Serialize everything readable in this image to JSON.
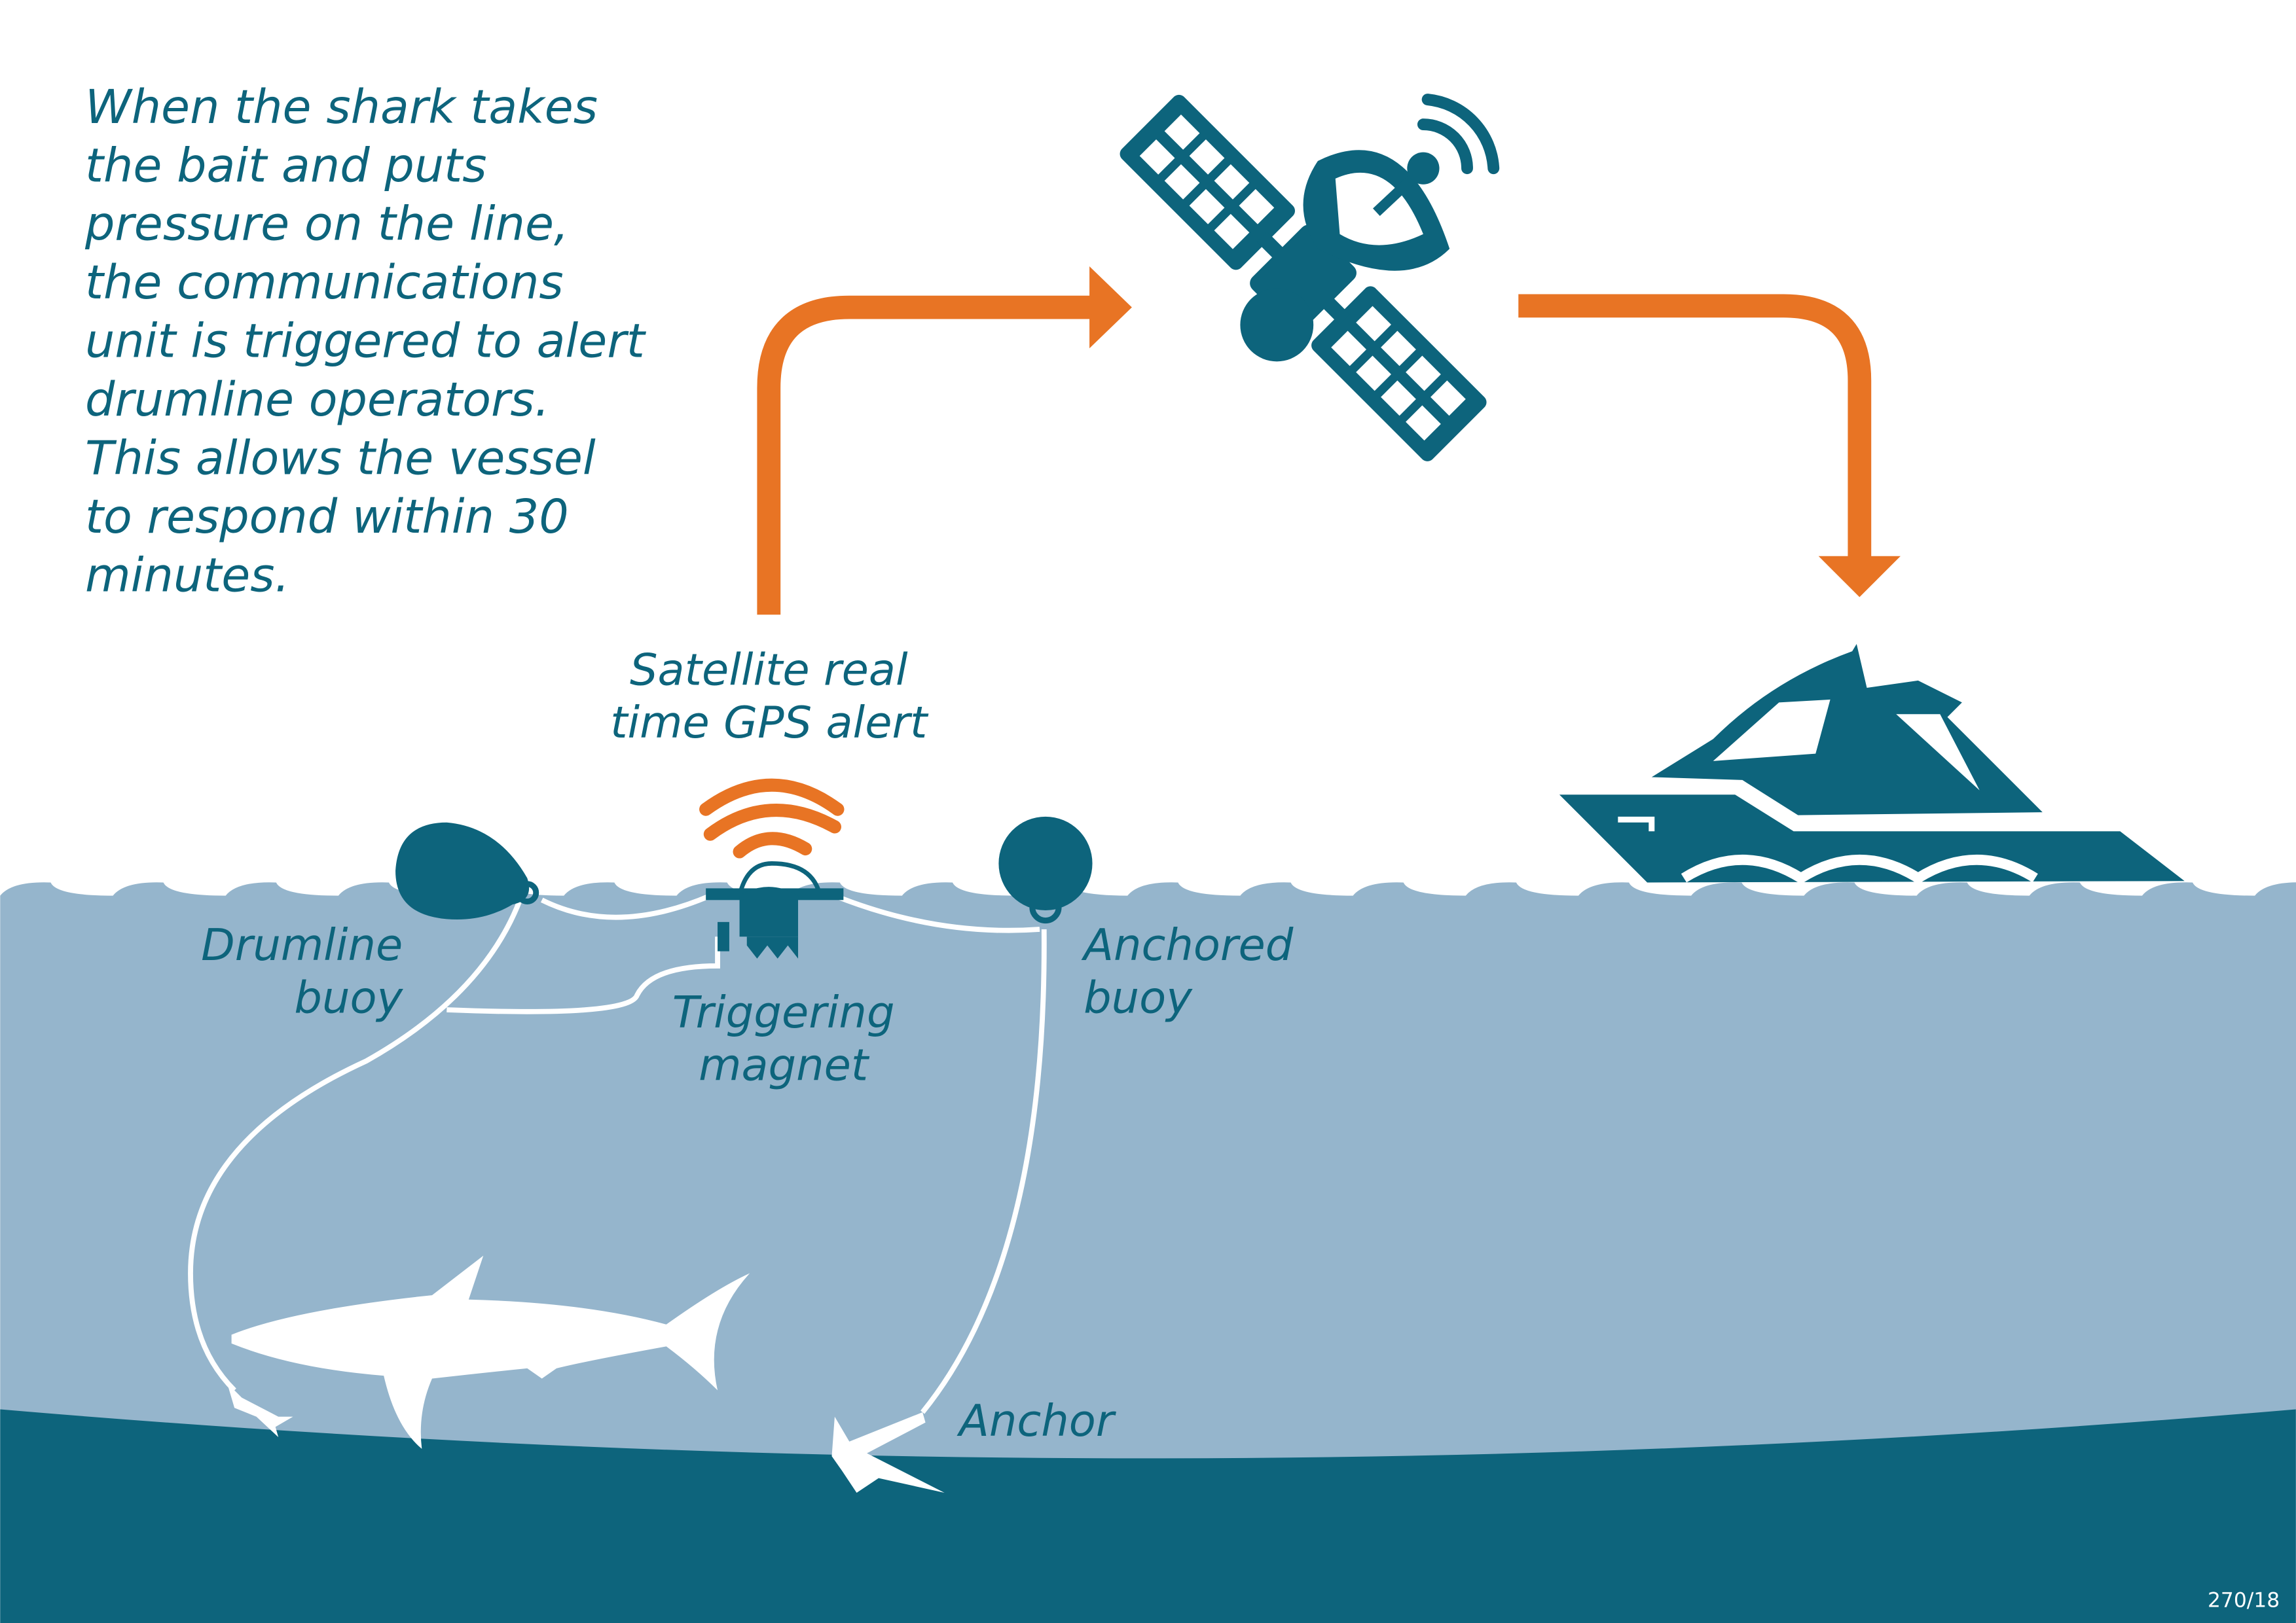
{
  "description_text": [
    "When the shark takes",
    "the bait and puts",
    "pressure on the line,",
    "the communications",
    "unit is triggered to alert",
    "drumline operators.",
    "This allows the vessel",
    "to respond within 30",
    "minutes."
  ],
  "labels": {
    "satellite_alert": [
      "Satellite real",
      "time GPS alert"
    ],
    "drumline_buoy": [
      "Drumline",
      "buoy"
    ],
    "triggering_magnet": [
      "Triggering",
      "magnet"
    ],
    "anchored_buoy": [
      "Anchored",
      "buoy"
    ],
    "anchor": "Anchor"
  },
  "page_code": "270/18",
  "colors": {
    "teal": "#0d647c",
    "water": "#95b5cc",
    "orange": "#e87424"
  }
}
